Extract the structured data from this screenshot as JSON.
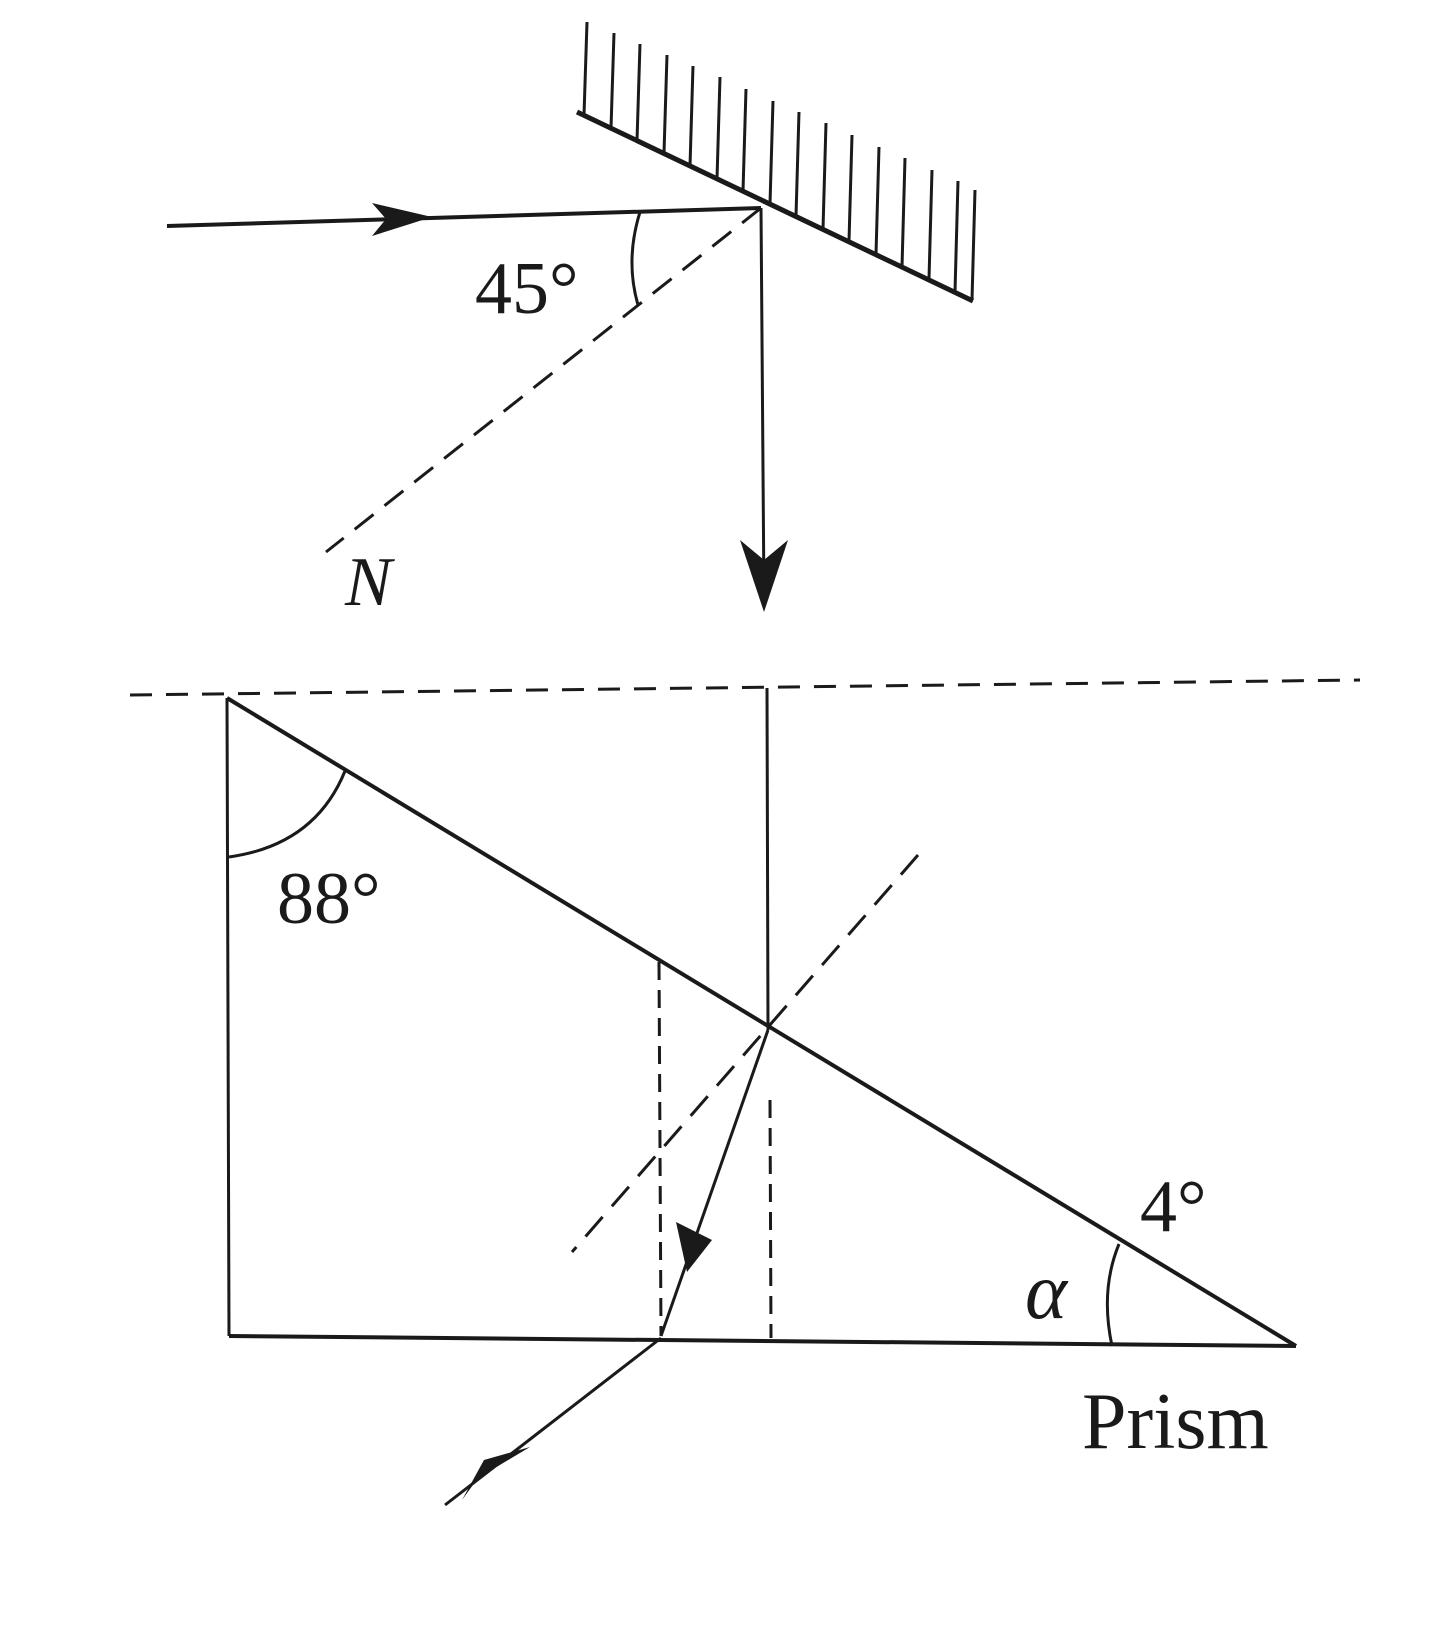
{
  "diagram": {
    "type": "ray-optics",
    "colors": {
      "ink": "#1a1a1a",
      "background": "#ffffff"
    },
    "mirror": {
      "label": "plane mirror (hatched)"
    },
    "labels": {
      "incident_angle": "45°",
      "normal": "N",
      "prism_top_angle": "88°",
      "prism_apex_angle": "4°",
      "alpha": "α",
      "prism": "Prism"
    }
  }
}
